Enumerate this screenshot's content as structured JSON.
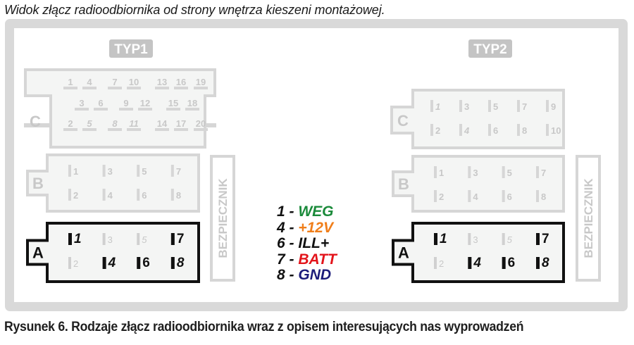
{
  "header": {
    "caption": "Widok złącz radioodbiornika od strony wnętrza kieszeni montażowej."
  },
  "footer": {
    "caption": "Rysunek 6. Rodzaje złącz radioodbiornika wraz z opisem interesujących nas wyprowadzeń"
  },
  "colors": {
    "frame": "#d9d9d9",
    "inactive_outline": "#d6d6d6",
    "inactive_fill": "#f4f5f4",
    "inactive_text": "#c8c8c8",
    "active_outline": "#111111",
    "active_pin": "#111111",
    "dim_pin": "#d0d0d0",
    "badge": "#c4c4c4"
  },
  "types": [
    {
      "id": "typ1",
      "badge": "TYP1",
      "fuse_label": "BEZPIECZNIK",
      "connector_c": {
        "letter": "C",
        "rows": [
          [
            "1",
            "4",
            "7",
            "10",
            "13",
            "16",
            "19"
          ],
          [
            "3",
            "6",
            "9",
            "12",
            "15",
            "18"
          ],
          [
            "2",
            "5",
            "8",
            "11",
            "14",
            "17",
            "20"
          ]
        ],
        "italic": [
          "5",
          "8",
          "11"
        ]
      },
      "connector_b": {
        "letter": "B",
        "top": [
          "1",
          "3",
          "5",
          "7"
        ],
        "bottom": [
          "2",
          "4",
          "6",
          "8"
        ]
      },
      "connector_a": {
        "letter": "A",
        "top": [
          "1",
          "3",
          "5",
          "7"
        ],
        "bottom": [
          "2",
          "4",
          "6",
          "8"
        ],
        "active": [
          "1",
          "4",
          "6",
          "7",
          "8"
        ],
        "italic": [
          "1",
          "4",
          "5",
          "8"
        ]
      }
    },
    {
      "id": "typ2",
      "badge": "TYP2",
      "fuse_label": "BEZPIECZNIK",
      "connector_c": {
        "letter": "C",
        "top": [
          "1",
          "3",
          "5",
          "7",
          "9"
        ],
        "bottom": [
          "2",
          "4",
          "6",
          "8",
          "10"
        ],
        "italic": [
          "1",
          "4"
        ]
      },
      "connector_b": {
        "letter": "B",
        "top": [
          "1",
          "3",
          "5",
          "7"
        ],
        "bottom": [
          "2",
          "4",
          "6",
          "8"
        ]
      },
      "connector_a": {
        "letter": "A",
        "top": [
          "1",
          "3",
          "5",
          "7"
        ],
        "bottom": [
          "2",
          "4",
          "6",
          "8"
        ],
        "active": [
          "1",
          "4",
          "6",
          "7",
          "8"
        ],
        "italic": [
          "1",
          "4",
          "5",
          "8"
        ]
      }
    }
  ],
  "legend": [
    {
      "pin": "1",
      "sep": " - ",
      "signal": "WEG",
      "color": "#1a8a3a"
    },
    {
      "pin": "4",
      "sep": " - ",
      "signal": "+12V",
      "color": "#f07e1a"
    },
    {
      "pin": "6",
      "sep": " - ",
      "signal": "ILL+",
      "color": "#111111"
    },
    {
      "pin": "7",
      "sep": " - ",
      "signal": "BATT",
      "color": "#e3141b"
    },
    {
      "pin": "8",
      "sep": " - ",
      "signal": "GND",
      "color": "#1c1c7a"
    }
  ]
}
